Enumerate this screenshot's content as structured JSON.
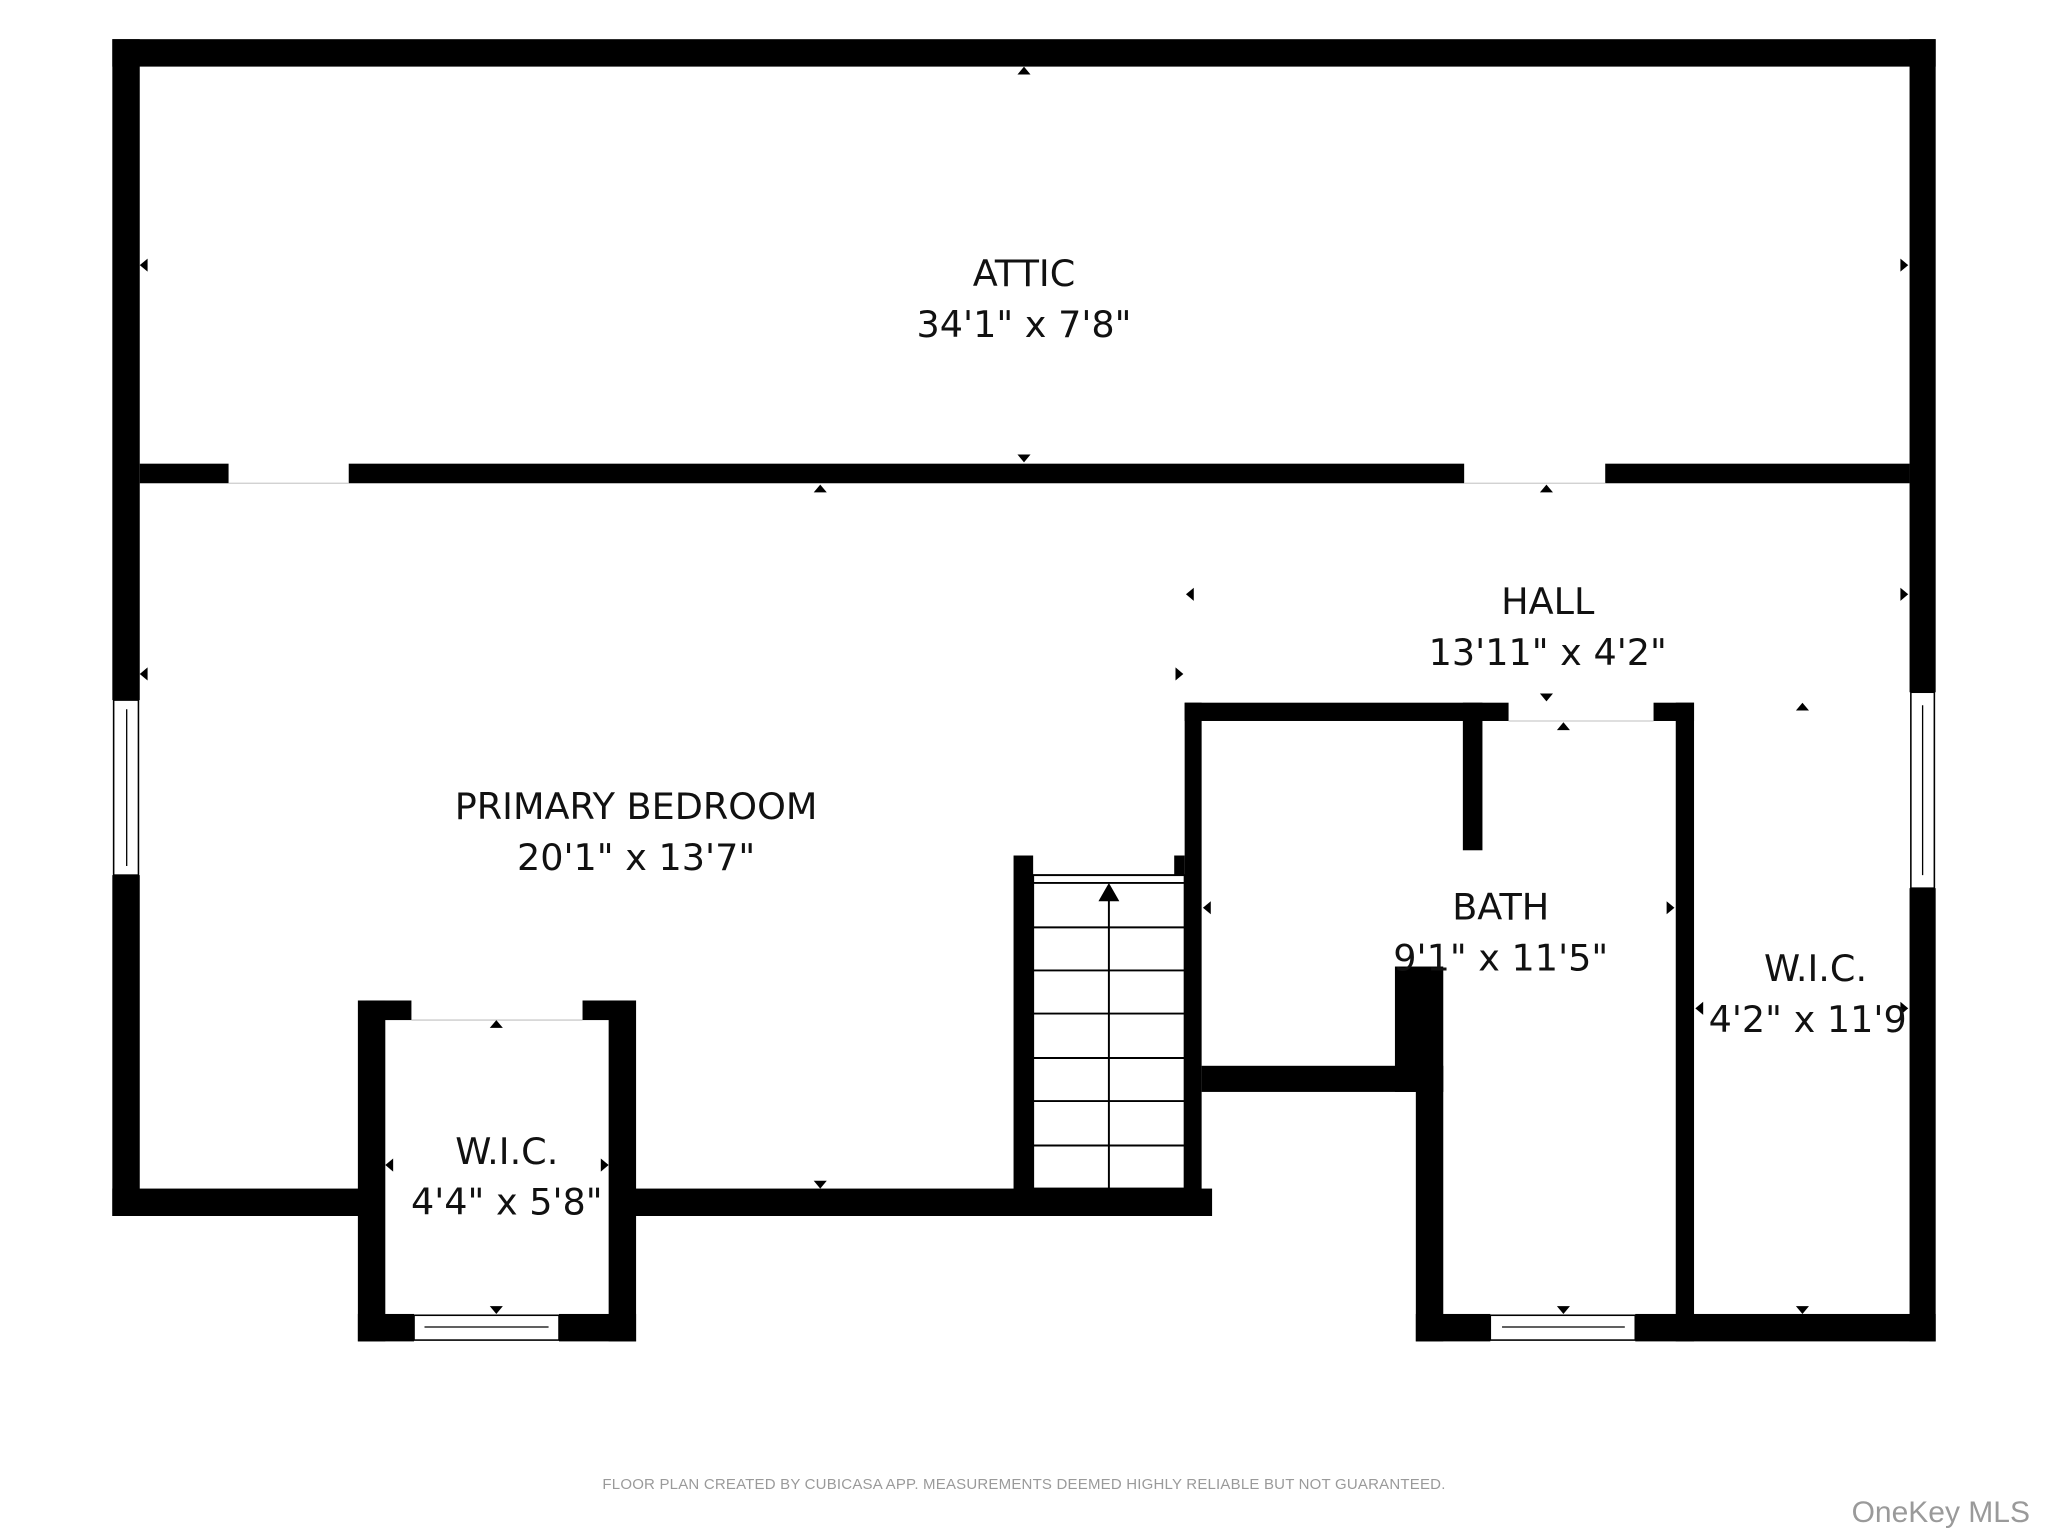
{
  "rooms": {
    "attic": {
      "name": "ATTIC",
      "dims": "34'1\" x 7'8\""
    },
    "primary_bedroom": {
      "name": "PRIMARY BEDROOM",
      "dims": "20'1\" x 13'7\""
    },
    "hall": {
      "name": "HALL",
      "dims": "13'11\" x 4'2\""
    },
    "bath": {
      "name": "BATH",
      "dims": "9'1\" x 11'5\""
    },
    "wic_left": {
      "name": "W.I.C.",
      "dims": "4'4\" x 5'8\""
    },
    "wic_right": {
      "name": "W.I.C.",
      "dims": "4'2\" x 11'9"
    }
  },
  "footer": {
    "disclaimer": "FLOOR PLAN CREATED BY CUBICASA APP. MEASUREMENTS DEEMED HIGHLY RELIABLE BUT NOT GUARANTEED.",
    "brand": "OneKey MLS"
  },
  "colors": {
    "wall": "#000000",
    "background": "#ffffff",
    "footer_text": "#9a9a9a"
  }
}
